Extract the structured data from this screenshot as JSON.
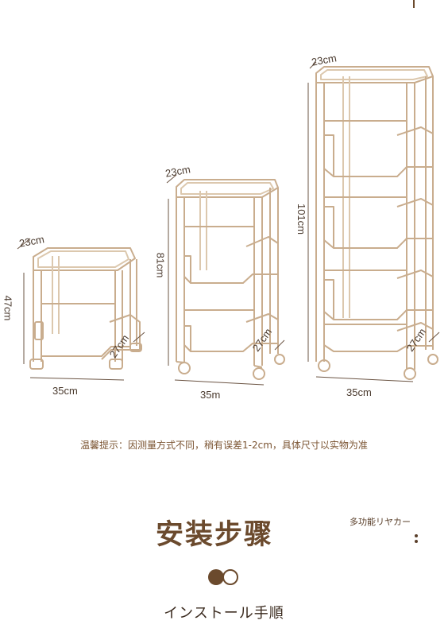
{
  "product_dimensions": {
    "small": {
      "depth": "23cm",
      "height": "47cm",
      "width": "35cm",
      "side": "27cm"
    },
    "medium": {
      "depth": "23cm",
      "height": "81cm",
      "width": "35m",
      "side": "27cm"
    },
    "large": {
      "depth": "23cm",
      "height": "101cm",
      "width": "35cm",
      "side": "27cm"
    }
  },
  "notice": "温馨提示：因测量方式不同，稍有误差1-2cm，具体尺寸以实物为准",
  "section": {
    "title": "安装步骤",
    "subtitle": "多功能リヤカー",
    "footer": "インストール手順"
  },
  "colors": {
    "outline": "#d8c3a8",
    "frame": "#b69a7c",
    "accent": "#6b4a2d"
  }
}
